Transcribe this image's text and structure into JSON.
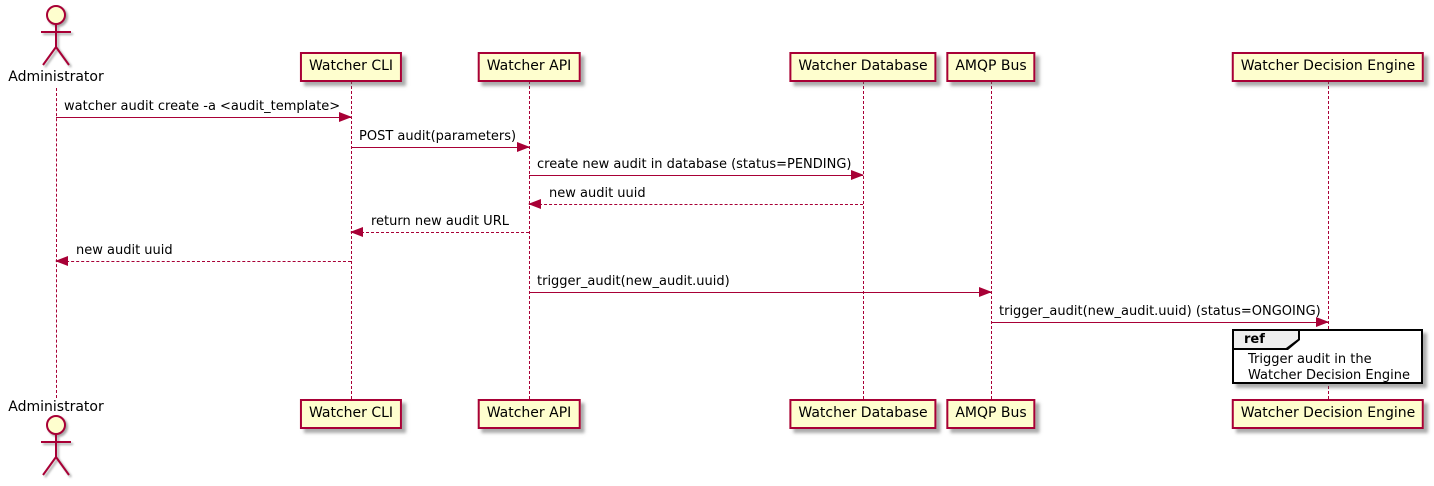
{
  "diagram": {
    "kind": "sequence-diagram",
    "actor": {
      "label": "Administrator"
    },
    "participants": [
      {
        "label": "Watcher CLI"
      },
      {
        "label": "Watcher API"
      },
      {
        "label": "Watcher Database"
      },
      {
        "label": "AMQP Bus"
      },
      {
        "label": "Watcher Decision Engine"
      }
    ],
    "messages": [
      {
        "from": "Administrator",
        "to": "Watcher CLI",
        "style": "solid",
        "label": "watcher audit create -a <audit_template>"
      },
      {
        "from": "Watcher CLI",
        "to": "Watcher API",
        "style": "solid",
        "label": "POST audit(parameters)"
      },
      {
        "from": "Watcher API",
        "to": "Watcher Database",
        "style": "solid",
        "label": "create new audit in database (status=PENDING)"
      },
      {
        "from": "Watcher Database",
        "to": "Watcher API",
        "style": "dashed",
        "label": "new audit uuid"
      },
      {
        "from": "Watcher API",
        "to": "Watcher CLI",
        "style": "dashed",
        "label": "return new audit URL"
      },
      {
        "from": "Watcher CLI",
        "to": "Administrator",
        "style": "dashed",
        "label": "new audit uuid"
      },
      {
        "from": "Watcher API",
        "to": "AMQP Bus",
        "style": "solid",
        "label": "trigger_audit(new_audit.uuid)"
      },
      {
        "from": "AMQP Bus",
        "to": "Watcher Decision Engine",
        "style": "solid",
        "label": "trigger_audit(new_audit.uuid) (status=ONGOING)"
      }
    ],
    "ref": {
      "keyword": "ref",
      "line1": "Trigger audit in the",
      "line2": "Watcher Decision Engine"
    },
    "colors": {
      "participant_fill": "#FEFECE",
      "participant_border": "#A80036",
      "arrow": "#A80036",
      "lifeline": "#A80036",
      "ref_header_fill": "#EEEEEE",
      "ref_border": "#000000",
      "text": "#000000"
    }
  }
}
